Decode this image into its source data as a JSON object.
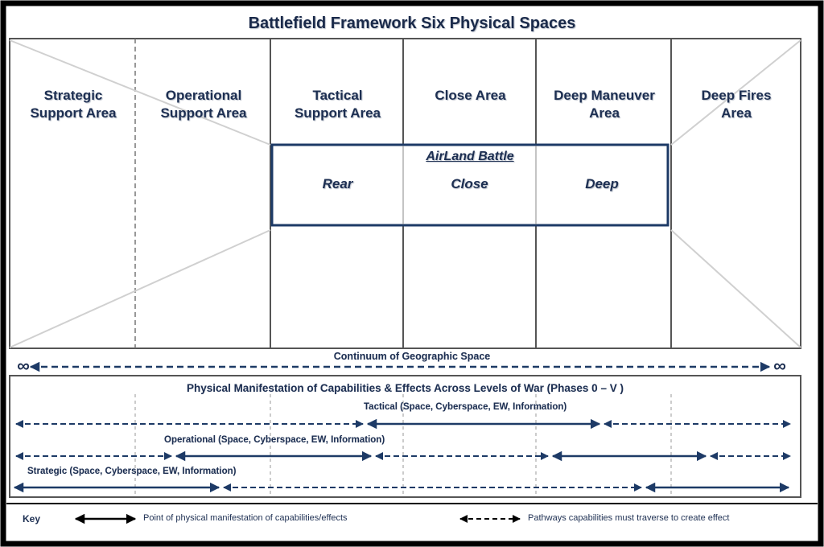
{
  "title": "Battlefield Framework Six Physical Spaces",
  "areas": [
    {
      "line1": "Strategic",
      "line2": "Support Area"
    },
    {
      "line1": "Operational",
      "line2": "Support Area"
    },
    {
      "line1": "Tactical",
      "line2": "Support Area"
    },
    {
      "line1": "Close Area",
      "line2": ""
    },
    {
      "line1": "Deep Maneuver",
      "line2": "Area"
    },
    {
      "line1": "Deep Fires",
      "line2": "Area"
    }
  ],
  "airland": {
    "title": "AirLand  Battle",
    "rear": "Rear",
    "close": "Close",
    "deep": "Deep"
  },
  "continuum": {
    "label": "Continuum of Geographic Space",
    "left_symbol": "∞",
    "right_symbol": "∞"
  },
  "manifestation": {
    "title": "Physical Manifestation  of Capabilities & Effects Across  Levels of War (Phases 0 – V )",
    "tactical": "Tactical (Space, Cyberspace, EW, Information)",
    "operational": "Operational (Space, Cyberspace, EW, Information)",
    "strategic": "Strategic (Space, Cyberspace, EW, Information)"
  },
  "key": {
    "label": "Key",
    "solid": "Point of physical manifestation of capabilities/effects",
    "dashed": "Pathways capabilities must traverse  to create effect"
  },
  "colors": {
    "navy": "#1d3a66",
    "line": "#555555",
    "text": "#1d2f52"
  }
}
